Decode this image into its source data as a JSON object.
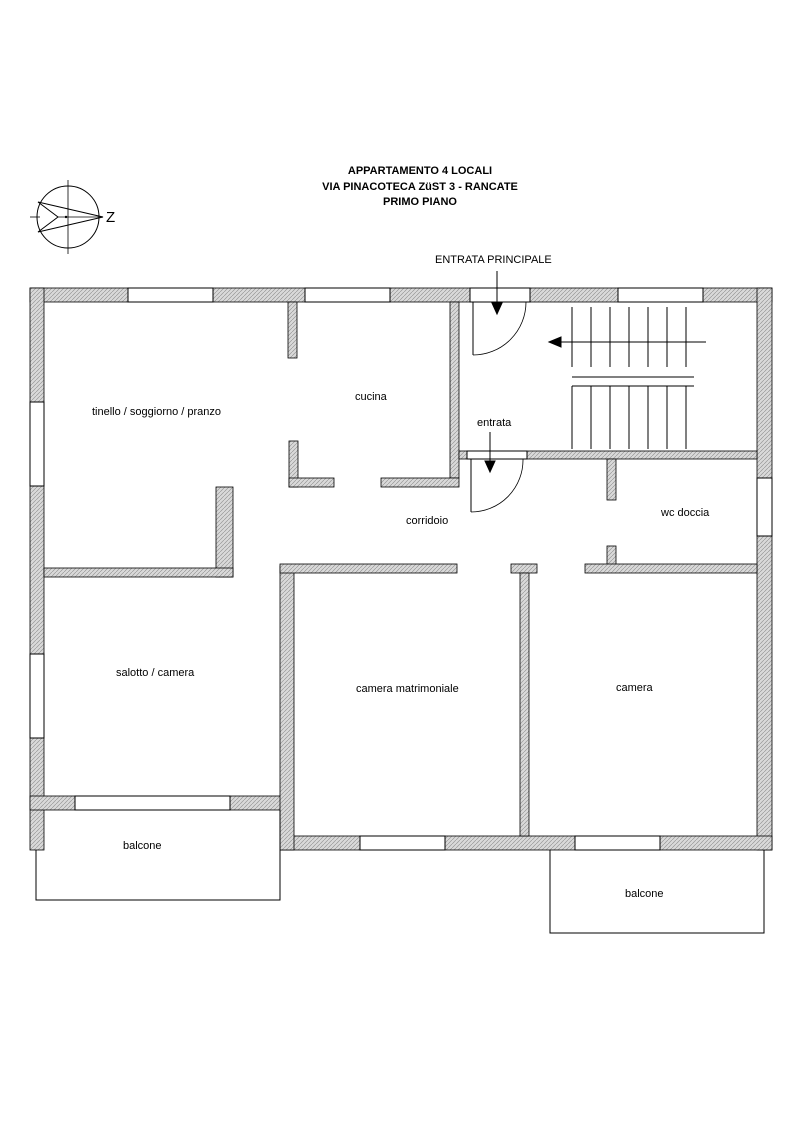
{
  "header": {
    "line1": "APPARTAMENTO 4 LOCALI",
    "line2": "VIA PINACOTECA ZüST 3 - RANCATE",
    "line3": "PRIMO PIANO"
  },
  "compass": {
    "label": "Z",
    "icon": "north-arrow-icon"
  },
  "labels": {
    "entrata_principale": "ENTRATA PRINCIPALE",
    "entrata": "entrata",
    "tinello": "tinello / soggiorno / pranzo",
    "cucina": "cucina",
    "corridoio": "corridoio",
    "wc": "wc doccia",
    "salotto": "salotto / camera",
    "matrimoniale": "camera matrimoniale",
    "camera": "camera",
    "balcone_left": "balcone",
    "balcone_right": "balcone"
  },
  "colors": {
    "wall_fill": "#d9d9d9",
    "line": "#000000"
  }
}
